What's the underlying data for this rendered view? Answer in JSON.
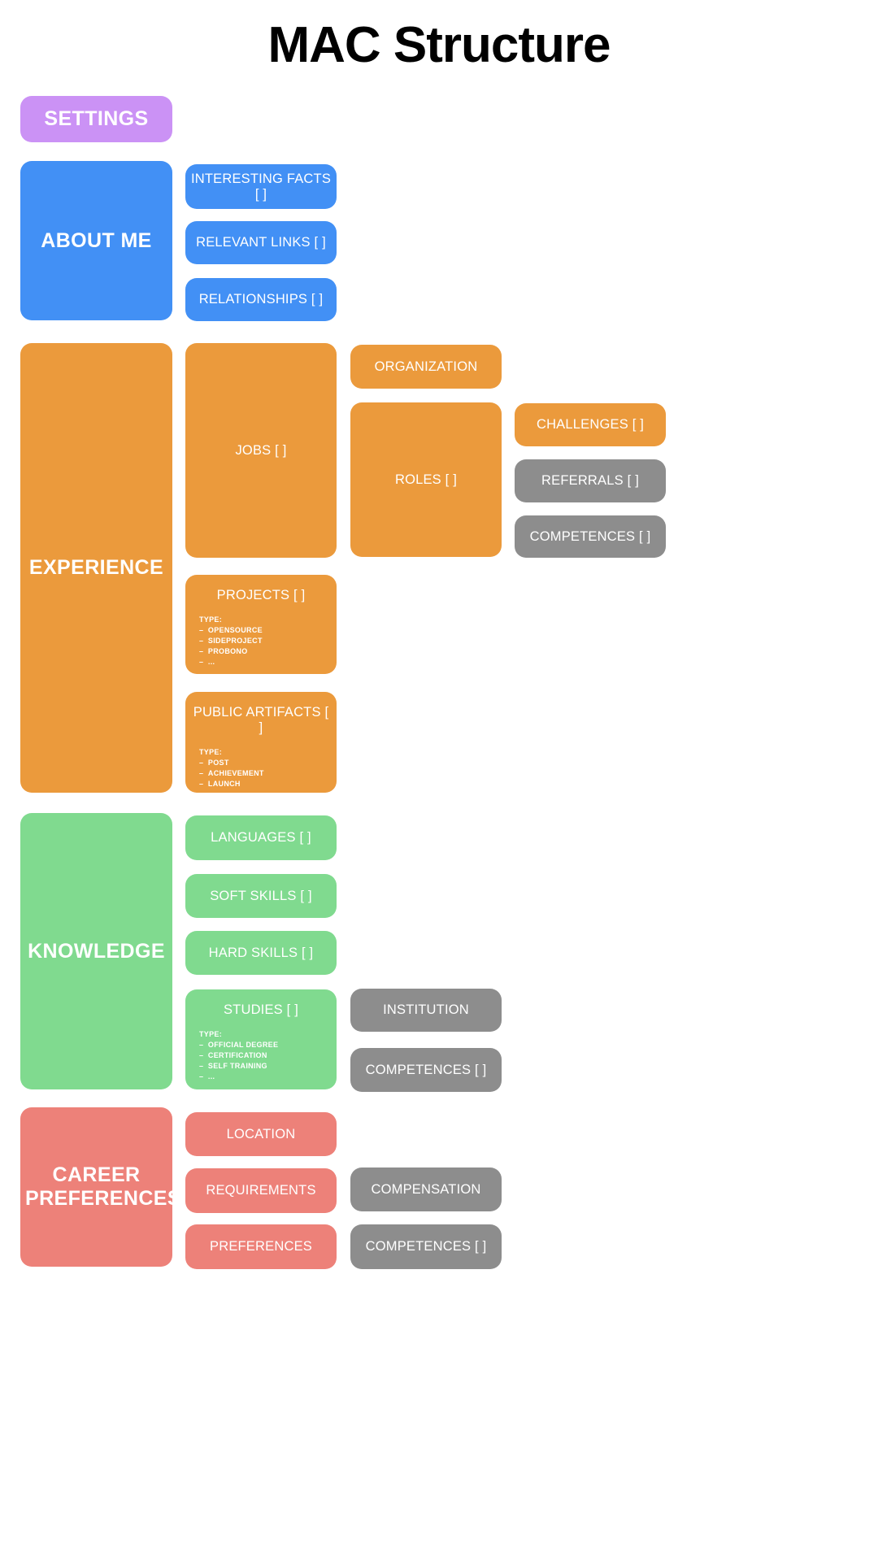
{
  "page": {
    "title": "MAC Structure"
  },
  "colors": {
    "purple": "#cb92f5",
    "blue": "#4290f5",
    "orange": "#eb9a3c",
    "green": "#80da8f",
    "red": "#ed8179",
    "gray": "#8d8d8d",
    "background": "#ffffff",
    "title_text": "#000000",
    "card_text": "#ffffff"
  },
  "settings": {
    "label": "SETTINGS"
  },
  "about_me": {
    "label": "ABOUT ME",
    "children": [
      {
        "label": "INTERESTING FACTS [ ]"
      },
      {
        "label": "RELEVANT LINKS [ ]"
      },
      {
        "label": "RELATIONSHIPS [ ]"
      }
    ]
  },
  "experience": {
    "label": "EXPERIENCE",
    "jobs": {
      "label": "JOBS [ ]"
    },
    "organization": {
      "label": "ORGANIZATION"
    },
    "roles": {
      "label": "ROLES [ ]"
    },
    "challenges": {
      "label": "CHALLENGES [ ]"
    },
    "referrals": {
      "label": "REFERRALS [ ]"
    },
    "competences": {
      "label": "COMPETENCES [ ]"
    },
    "projects": {
      "label": "PROJECTS [ ]",
      "type_heading": "TYPE:",
      "types": [
        "OPENSOURCE",
        "SIDEPROJECT",
        "PROBONO",
        "..."
      ]
    },
    "public_artifacts": {
      "label": "PUBLIC ARTIFACTS [ ]",
      "type_heading": "TYPE:",
      "types": [
        "POST",
        "ACHIEVEMENT",
        "LAUNCH",
        "..."
      ]
    }
  },
  "knowledge": {
    "label": "KNOWLEDGE",
    "languages": {
      "label": "LANGUAGES [ ]"
    },
    "soft_skills": {
      "label": "SOFT SKILLS [ ]"
    },
    "hard_skills": {
      "label": "HARD SKILLS [ ]"
    },
    "studies": {
      "label": "STUDIES [ ]",
      "type_heading": "TYPE:",
      "types": [
        "OFFICIAL DEGREE",
        "CERTIFICATION",
        "SELF TRAINING",
        "..."
      ]
    },
    "institution": {
      "label": "INSTITUTION"
    },
    "competences": {
      "label": "COMPETENCES [ ]"
    }
  },
  "career_preferences": {
    "label": "CAREER PREFERENCES",
    "location": {
      "label": "LOCATION"
    },
    "requirements": {
      "label": "REQUIREMENTS"
    },
    "preferences": {
      "label": "PREFERENCES"
    },
    "compensation": {
      "label": "COMPENSATION"
    },
    "competences": {
      "label": "COMPETENCES [ ]"
    }
  }
}
